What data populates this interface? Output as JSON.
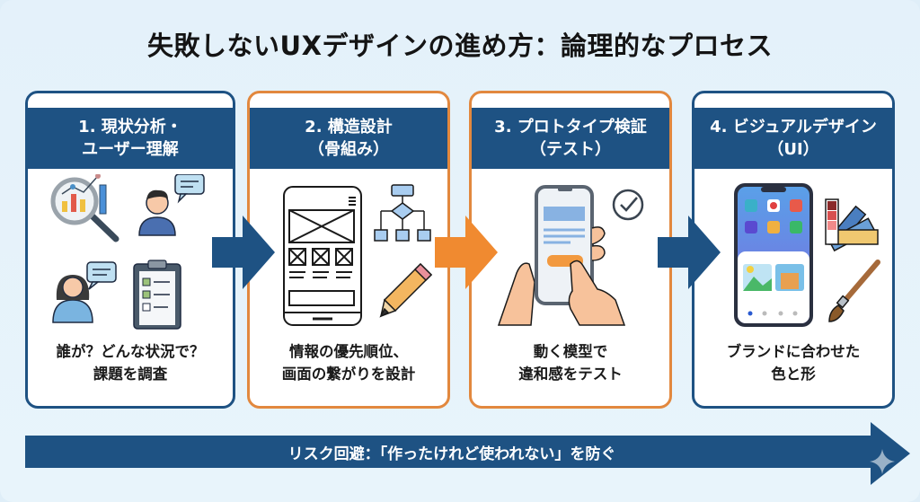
{
  "title": "失敗しないUXデザインの進め方：論理的なプロセス",
  "colors": {
    "navy": "#1e5283",
    "orange": "#e2883e",
    "background": "#e4f1fa"
  },
  "steps": [
    {
      "line1": "1. 現状分析・",
      "line2": "ユーザー理解",
      "desc1": "誰が？どんな状況で？",
      "desc2": "課題を調査",
      "icons": [
        "magnifier-chart-icon",
        "user-speech-icon",
        "woman-speech-icon",
        "checklist-clipboard-icon"
      ]
    },
    {
      "line1": "2. 構造設計",
      "line2": "（骨組み）",
      "desc1": "情報の優先順位、",
      "desc2": "画面の繋がりを設計",
      "icons": [
        "wireframe-phone-icon",
        "flowchart-icon",
        "pencil-icon"
      ]
    },
    {
      "line1": "3. プロトタイプ検証",
      "line2": "（テスト）",
      "desc1": "動く模型で",
      "desc2": "違和感をテスト",
      "icons": [
        "hand-phone-tap-icon",
        "check-circle-icon"
      ]
    },
    {
      "line1": "4. ビジュアルデザイン",
      "line2": "（UI）",
      "desc1": "ブランドに合わせた",
      "desc2": "色と形",
      "icons": [
        "app-ui-phone-icon",
        "color-swatch-icon",
        "paintbrush-icon"
      ]
    }
  ],
  "bottom_banner": "リスク回避：「作ったけれど使われない」を防ぐ"
}
